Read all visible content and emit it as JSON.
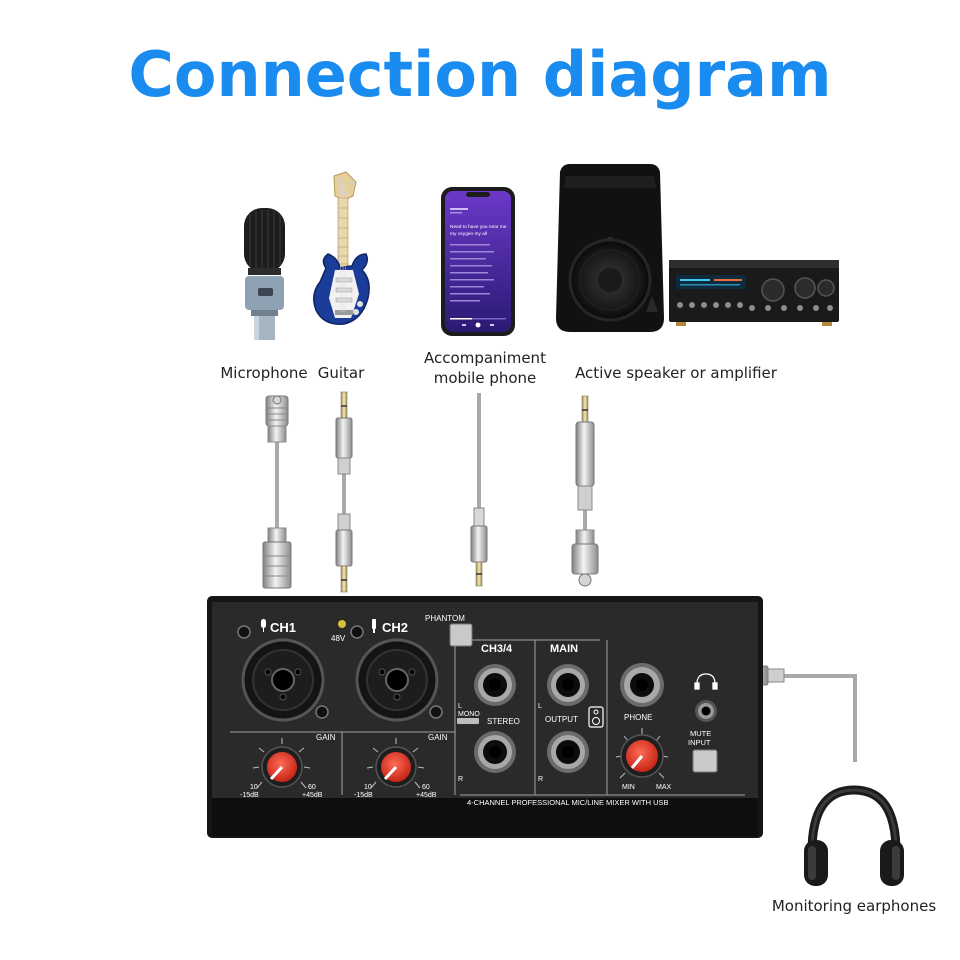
{
  "title": "Connection diagram",
  "colors": {
    "title": "#1a8cf0",
    "panel": "#2a2a2a",
    "knob": "#e53b2c",
    "cable": "#a9a9a9"
  },
  "devices": {
    "microphone": "Microphone",
    "guitar": "Guitar",
    "phone_line1": "Accompaniment",
    "phone_line2": "mobile phone",
    "speaker": "Active speaker or amplifier",
    "earphones": "Monitoring earphones"
  },
  "phone_screen": {
    "line1": "Need to have you near me",
    "line2": "my oxygen my all"
  },
  "mixer": {
    "ch1": "CH1",
    "ch2": "CH2",
    "v48": "48V",
    "phantom": "PHANTOM",
    "ch34": "CH3/4",
    "main": "MAIN",
    "gain1": "GAIN",
    "gain2": "GAIN",
    "l_mono": "L",
    "mono": "MONO",
    "stereo": "STEREO",
    "output": "OUTPUT",
    "r1": "R",
    "r2": "R",
    "l2": "L",
    "phone": "PHONE",
    "mute1": "MUTE",
    "mute2": "INPUT",
    "min": "MIN",
    "max": "MAX",
    "scale_lo_a": "10",
    "scale_lo_b": "-15dB",
    "scale_hi_a": "60",
    "scale_hi_b": "+45dB",
    "scale2_lo_a": "10",
    "scale2_lo_b": "-15dB",
    "scale2_hi_a": "60",
    "scale2_hi_b": "+45dB",
    "bottom_text": "4-CHANNEL PROFESSIONAL MIC/LINE MIXER WITH USB"
  }
}
